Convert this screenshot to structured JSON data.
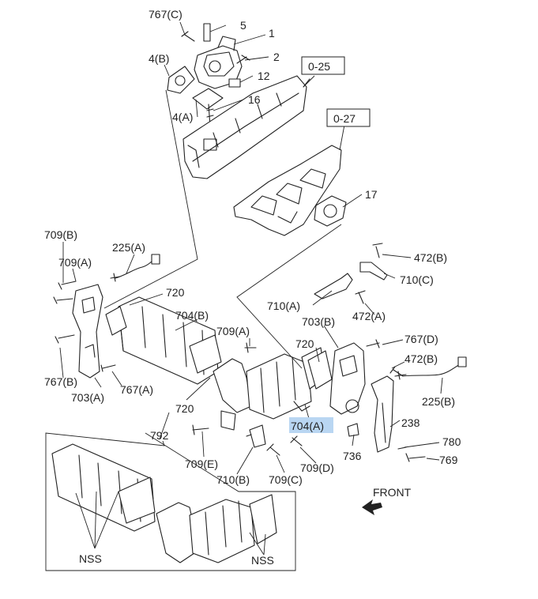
{
  "labels": {
    "c767c": "767(C)",
    "n5": "5",
    "n1": "1",
    "n2": "2",
    "n12": "12",
    "n16": "16",
    "c4b": "4(B)",
    "c4a": "4(A)",
    "ref025": "0-25",
    "ref027": "0-27",
    "n17": "17",
    "c709b": "709(B)",
    "c709a_left": "709(A)",
    "c225a": "225(A)",
    "n720_top": "720",
    "c704b": "704(B)",
    "c709a_mid": "709(A)",
    "c767b": "767(B)",
    "c703a": "703(A)",
    "c767a": "767(A)",
    "n720_bottom": "720",
    "c472b_top": "472(B)",
    "c710c": "710(C)",
    "c710a": "710(A)",
    "c472a": "472(A)",
    "c703b": "703(B)",
    "n720_right": "720",
    "c767d": "767(D)",
    "c472b_right": "472(B)",
    "c225b": "225(B)",
    "c704a": "704(A)",
    "n238": "238",
    "n780": "780",
    "n769": "769",
    "n736": "736",
    "c709d": "709(D)",
    "c709c": "709(C)",
    "c710b": "710(B)",
    "c709e": "709(E)",
    "n792": "792",
    "nss_left": "NSS",
    "nss_right": "NSS",
    "front": "FRONT"
  },
  "colors": {
    "line": "#222222",
    "highlight": "#b9d6f2"
  }
}
